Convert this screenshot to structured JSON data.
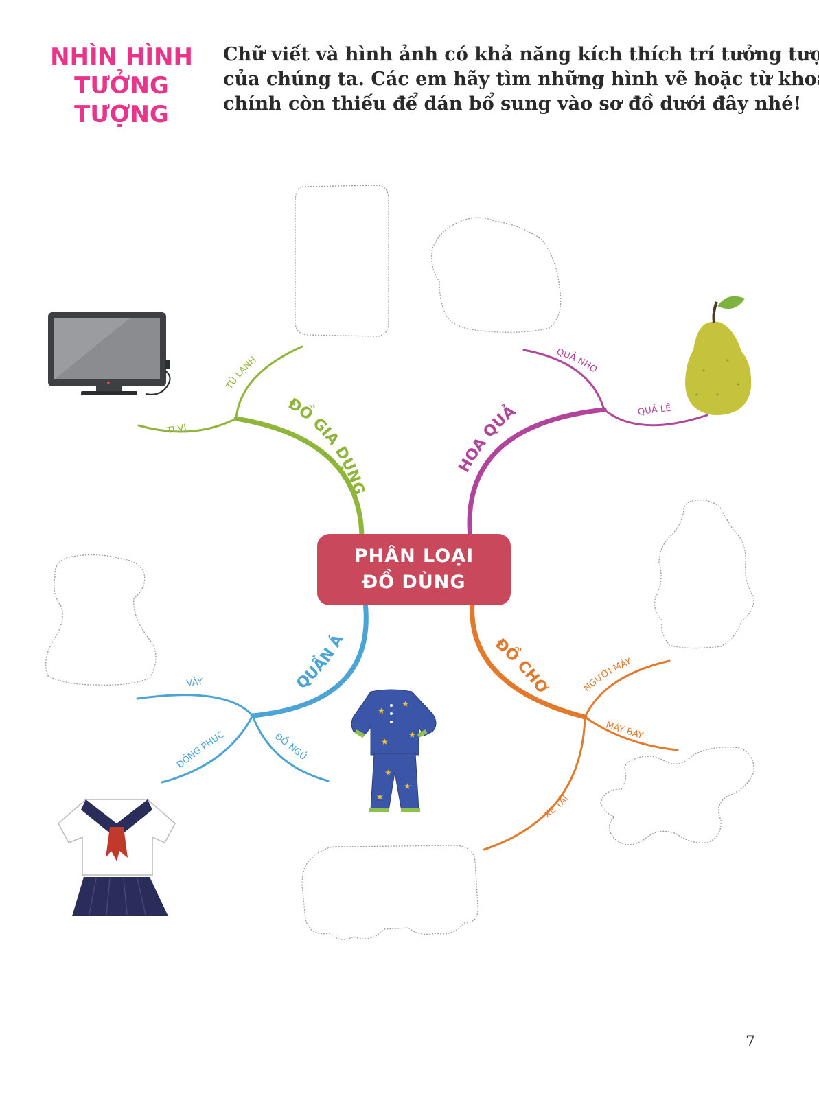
{
  "heading": {
    "line1": "NHÌN HÌNH",
    "line2": "TƯỞNG",
    "line3": "TƯỢNG"
  },
  "intro": {
    "line1": "Chữ viết và hình ảnh có khả năng kích thích trí tưởng tượng",
    "line2": "của chúng ta. Các em hãy tìm những hình vẽ hoặc từ khoá",
    "line3": "chính còn thiếu để dán bổ sung vào sơ đồ dưới đây nhé!"
  },
  "center": {
    "line1": "PHÂN LOẠI",
    "line2": "ĐỒ DÙNG"
  },
  "branches": {
    "household": {
      "label": "ĐỒ GIA DỤNG",
      "color": "#8fb63b",
      "items": [
        "TỦ LẠNH",
        "TI VI"
      ]
    },
    "fruit": {
      "label": "HOA QUẢ",
      "color": "#b0459b",
      "items": [
        "QUẢ NHO",
        "QUẢ LÊ"
      ]
    },
    "clothes": {
      "label": "QUẦN ÁO",
      "color": "#4ba3d6",
      "items": [
        "VÁY",
        "ĐỒNG PHỤC",
        "ĐỒ NGỦ"
      ]
    },
    "toys": {
      "label": "ĐỒ CHƠI",
      "color": "#e2792b",
      "items": [
        "NGƯỜI MÁY",
        "MÁY BAY",
        "XE TẢI"
      ]
    }
  },
  "center_color": "#c9485b",
  "heading_color": "#e8348a",
  "icons": [
    "tv-icon",
    "pear-icon",
    "pajamas-icon",
    "school-uniform-icon"
  ],
  "page_number": "7"
}
